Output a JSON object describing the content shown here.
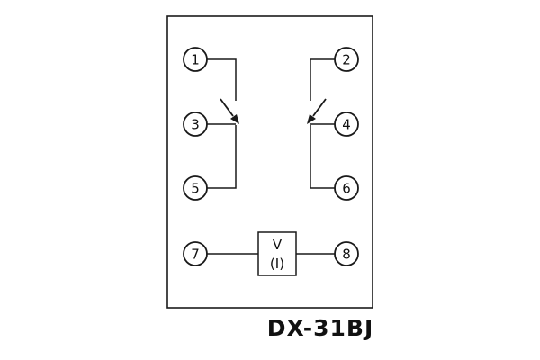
{
  "figure": {
    "caption": "DX-31BJ",
    "terminals": {
      "t1": "1",
      "t2": "2",
      "t3": "3",
      "t4": "4",
      "t5": "5",
      "t6": "6",
      "t7": "7",
      "t8": "8"
    },
    "meter": {
      "line1": "V",
      "line2": "(I)"
    },
    "colors": {
      "ink": "#1a1a1a",
      "background": "#ffffff"
    }
  }
}
